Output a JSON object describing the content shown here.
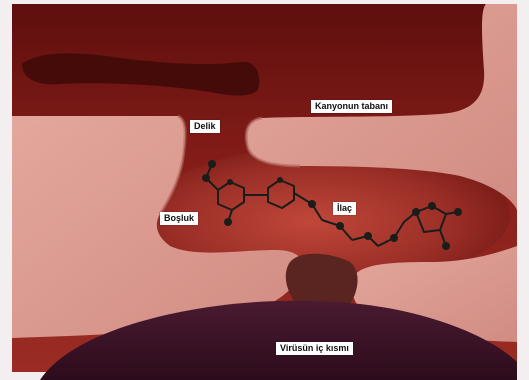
{
  "labels": {
    "hole": "Delik",
    "canyon_floor": "Kanyonun tabanı",
    "cavity": "Boşluk",
    "drug": "İlaç",
    "virus_interior": "Virüsün iç kısmı"
  },
  "colors": {
    "border": "#f3eef0",
    "background_dark_red": "#7a1714",
    "cavity_red": "#a3362a",
    "protein_pink": "#d99a90",
    "virus_interior_purple": "#3d1227",
    "molecule": "#1b1d1a"
  }
}
